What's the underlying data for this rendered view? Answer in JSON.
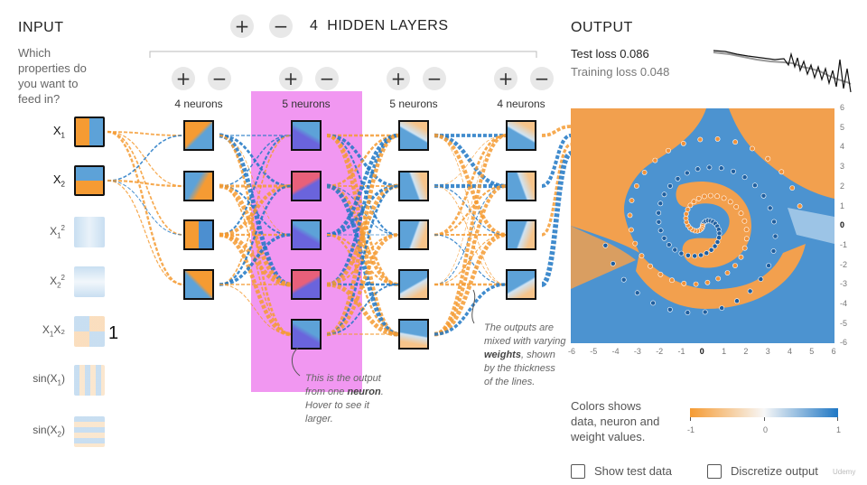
{
  "input": {
    "title": "INPUT",
    "question": [
      "Which",
      "properties do",
      "you want to",
      "feed in?"
    ],
    "features": [
      {
        "main": "X",
        "sub": "1",
        "sup": "",
        "tail": "",
        "active": true
      },
      {
        "main": "X",
        "sub": "2",
        "sup": "",
        "tail": "",
        "active": true
      },
      {
        "main": "X",
        "sub": "1",
        "sup": "2",
        "tail": "",
        "active": false
      },
      {
        "main": "X",
        "sub": "2",
        "sup": "2",
        "tail": "",
        "active": false
      },
      {
        "main": "X",
        "sub": "1",
        "sup": "",
        "tail": "X₂",
        "active": false
      },
      {
        "main": "sin(X",
        "sub": "1",
        "sup": "",
        "tail": ")",
        "active": false
      },
      {
        "main": "sin(X",
        "sub": "2",
        "sup": "",
        "tail": ")",
        "active": false
      }
    ],
    "annotation": "1"
  },
  "hidden": {
    "count": "4",
    "label": "HIDDEN LAYERS",
    "add_symbol": "+",
    "remove_symbol": "−",
    "layers": [
      {
        "label": "4 neurons",
        "neurons": 4
      },
      {
        "label": "5 neurons",
        "neurons": 5
      },
      {
        "label": "5 neurons",
        "neurons": 5
      },
      {
        "label": "4 neurons",
        "neurons": 4
      }
    ],
    "highlight_color": "#f08cf0"
  },
  "notes": {
    "neuron_note": [
      "This is the output",
      "from one ",
      "neuron",
      ".",
      "Hover to see it",
      "larger."
    ],
    "weights_note": [
      "The outputs are",
      "mixed with varying",
      "weights",
      ", shown",
      "by the thickness",
      "of the lines."
    ]
  },
  "output": {
    "title": "OUTPUT",
    "test_loss_label": "Test loss",
    "test_loss_value": "0.086",
    "training_loss_label": "Training loss",
    "training_loss_value": "0.048",
    "axis_ticks_x": [
      "-6",
      "-5",
      "-4",
      "-3",
      "-2",
      "-1",
      "0",
      "1",
      "2",
      "3",
      "4",
      "5",
      "6"
    ],
    "axis_ticks_y": [
      "6",
      "5",
      "4",
      "3",
      "2",
      "1",
      "0",
      "-1",
      "-2",
      "-3",
      "-4",
      "-5",
      "-6"
    ],
    "legend_text": [
      "Colors shows",
      "data, neuron and",
      "weight values."
    ],
    "legend_ticks": [
      "-1",
      "0",
      "1"
    ],
    "show_test_data": "Show test data",
    "discretize_output": "Discretize output",
    "watermark": "Udemy"
  },
  "colors": {
    "orange": "#f59b33",
    "blue": "#1f77c4",
    "light_blue": "#7fb4dd"
  }
}
